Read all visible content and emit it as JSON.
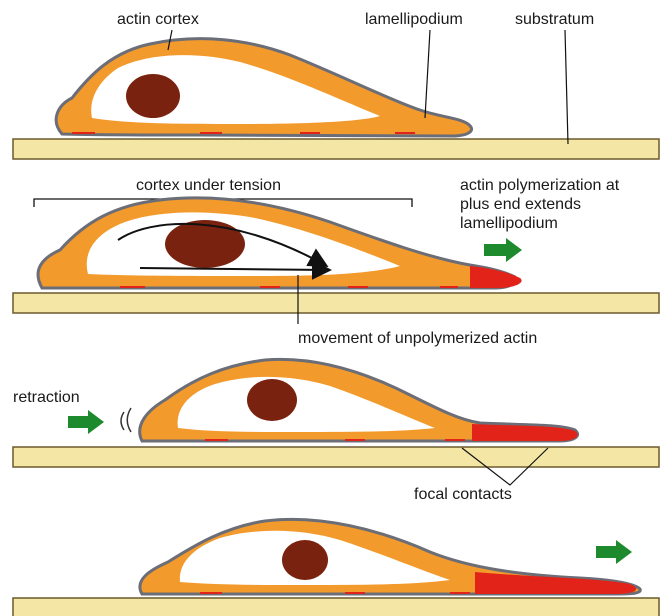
{
  "colors": {
    "substratum_fill": "#f4e7a6",
    "substratum_stroke": "#6b5a2d",
    "cell_orange": "#f39a2c",
    "cell_outline": "#6b6d77",
    "cytoplasm": "#ffffff",
    "nucleus": "#7a2210",
    "actin_red": "#e2231a",
    "arrow_green": "#1d8a2d",
    "text": "#1a1a1a"
  },
  "panel1": {
    "label_actin_cortex": "actin cortex",
    "label_lamellipodium": "lamellipodium",
    "label_substratum": "substratum"
  },
  "panel2": {
    "label_cortex_tension": "cortex under tension",
    "label_polymerization_line1": "actin polymerization at",
    "label_polymerization_line2": "plus end extends",
    "label_polymerization_line3": "lamellipodium",
    "label_unpolymerized": "movement of unpolymerized actin"
  },
  "panel3": {
    "label_retraction": "retraction",
    "label_focal_contacts": "focal contacts"
  },
  "icons": {
    "green_arrow": "green-arrow-icon",
    "motion_lines": "motion-lines-icon"
  }
}
